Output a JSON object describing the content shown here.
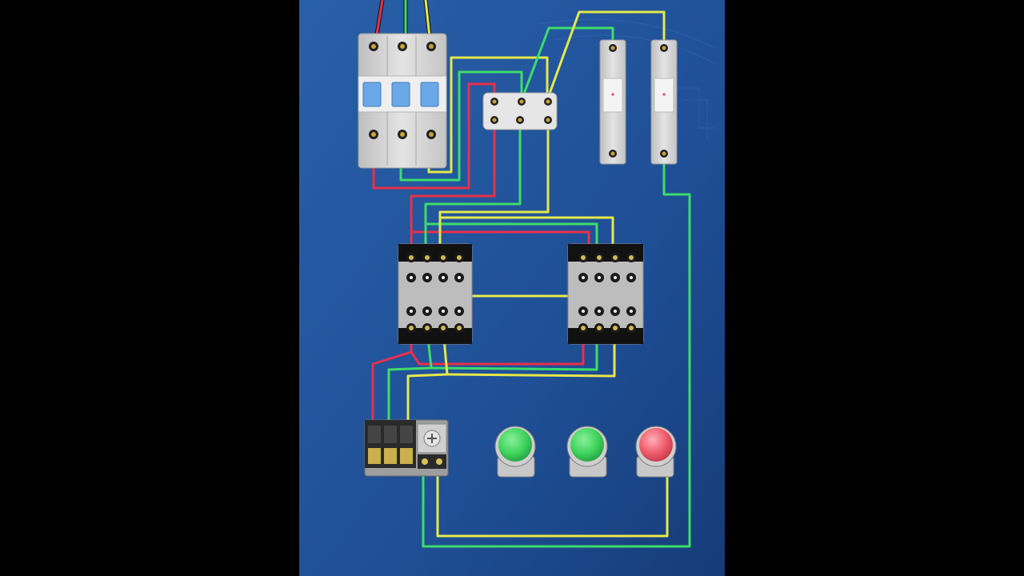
{
  "colors": {
    "background": "#000000",
    "panel_blue": "#1f4f96",
    "panel_blue_dark": "#163c78",
    "wire_red": "#e8304a",
    "wire_green": "#3ddc6a",
    "wire_yellow": "#e6e84a",
    "device_grey": "#d6d6d6",
    "breaker_toggle": "#6aa8e8",
    "button_green": "#3fd35c",
    "button_red": "#ee5a6a"
  },
  "components": [
    {
      "id": "breaker",
      "kind": "three-pole-circuit-breaker",
      "poles": 3
    },
    {
      "id": "terminal-block",
      "kind": "three-way-terminal-block",
      "terminals": 6
    },
    {
      "id": "fuse-1",
      "kind": "fuse-holder"
    },
    {
      "id": "fuse-2",
      "kind": "fuse-holder"
    },
    {
      "id": "contactor-forward",
      "kind": "ac-contactor"
    },
    {
      "id": "contactor-reverse",
      "kind": "ac-contactor"
    },
    {
      "id": "thermal-relay",
      "kind": "thermal-overload-relay"
    },
    {
      "id": "button-forward",
      "kind": "push-button",
      "color": "green"
    },
    {
      "id": "button-reverse",
      "kind": "push-button",
      "color": "green"
    },
    {
      "id": "button-stop",
      "kind": "push-button",
      "color": "red"
    }
  ],
  "wire_colors": [
    "red",
    "green",
    "yellow"
  ]
}
